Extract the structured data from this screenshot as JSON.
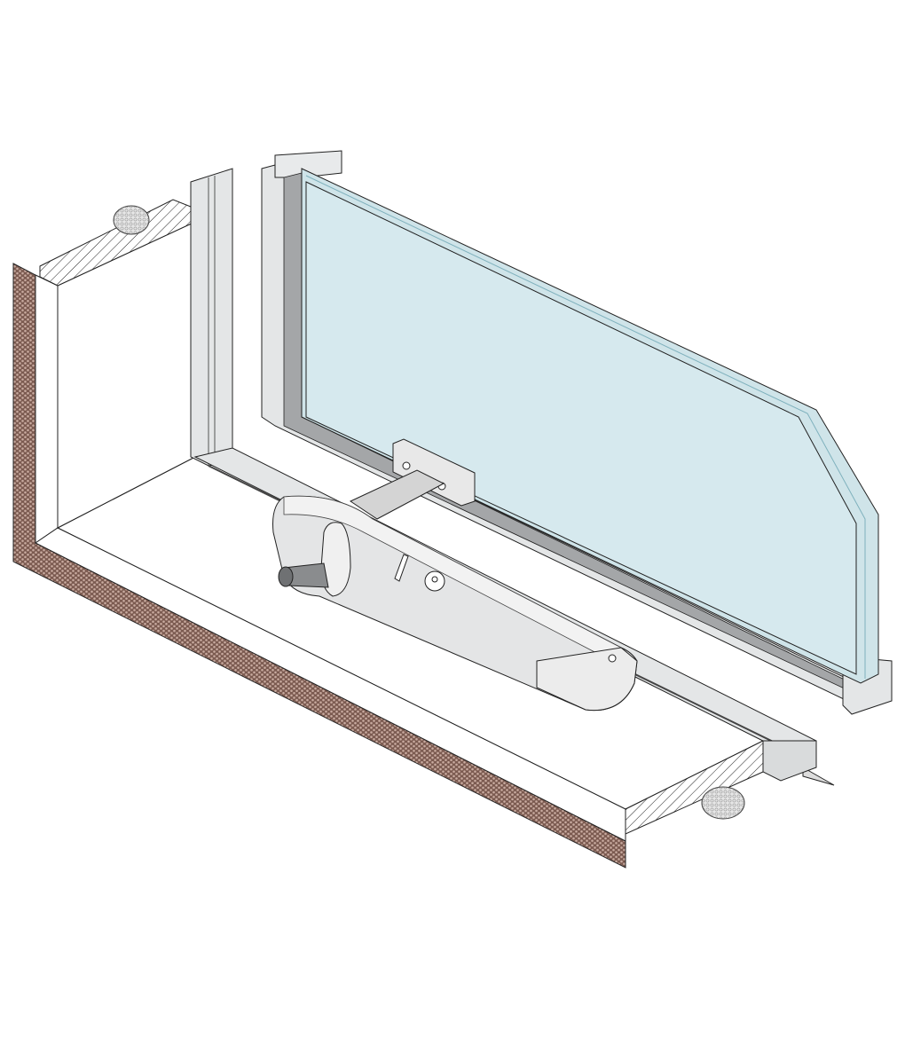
{
  "colors": {
    "background": "#ffffff",
    "wall_texture": "#7b5a50",
    "wall_dots": "#c9aba0",
    "glass": "#d6e9ee",
    "glass_edge": "#9fc9d2",
    "aluminium": "#e4e6e7",
    "aluminium_dark": "#9a9c9e",
    "seal": "#6f7173",
    "insulation": "#d8d8d8",
    "outline": "#1a1a1a"
  },
  "parts": [
    "wall",
    "window-sill",
    "window-frame",
    "glass-pane",
    "chain-actuator",
    "bracket",
    "hatched-section",
    "insulation-roll"
  ]
}
